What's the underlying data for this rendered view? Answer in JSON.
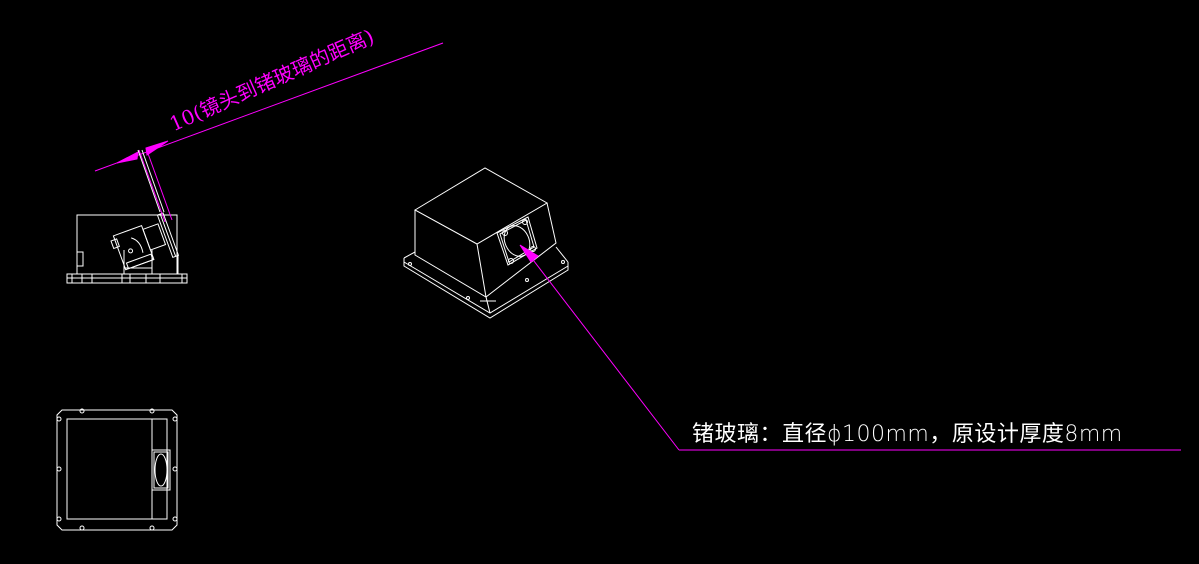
{
  "drawing": {
    "background": "#000000",
    "line_color": "#ffffff",
    "annotation_color": "#ff00ff",
    "views": [
      {
        "name": "side-view",
        "description": "Side view with tilted lens and germanium glass window"
      },
      {
        "name": "isometric-view",
        "description": "Isometric housing with circular window"
      },
      {
        "name": "top-view",
        "description": "Top/plan view of base plate with window"
      }
    ],
    "dimension": {
      "value": "10",
      "text": "10(镜头到锗玻璃的距离)"
    },
    "leader_note": {
      "text": "锗玻璃：直径ϕ100mm，原设计厚度8mm"
    }
  }
}
